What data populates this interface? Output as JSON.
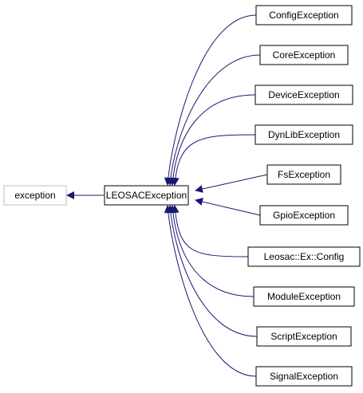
{
  "diagram": {
    "external_base": {
      "label": "exception"
    },
    "base": {
      "label": "LEOSACException"
    },
    "derived": [
      {
        "label": "ConfigException"
      },
      {
        "label": "CoreException"
      },
      {
        "label": "DeviceException"
      },
      {
        "label": "DynLibException"
      },
      {
        "label": "FsException"
      },
      {
        "label": "GpioException"
      },
      {
        "label": "Leosac::Ex::Config"
      },
      {
        "label": "ModuleException"
      },
      {
        "label": "ScriptException"
      },
      {
        "label": "SignalException"
      }
    ]
  },
  "colors": {
    "edge": "#191970",
    "node_border": "#000000",
    "external_border": "#bfbfbf",
    "node_fill": "#ffffff",
    "text": "#000000"
  }
}
